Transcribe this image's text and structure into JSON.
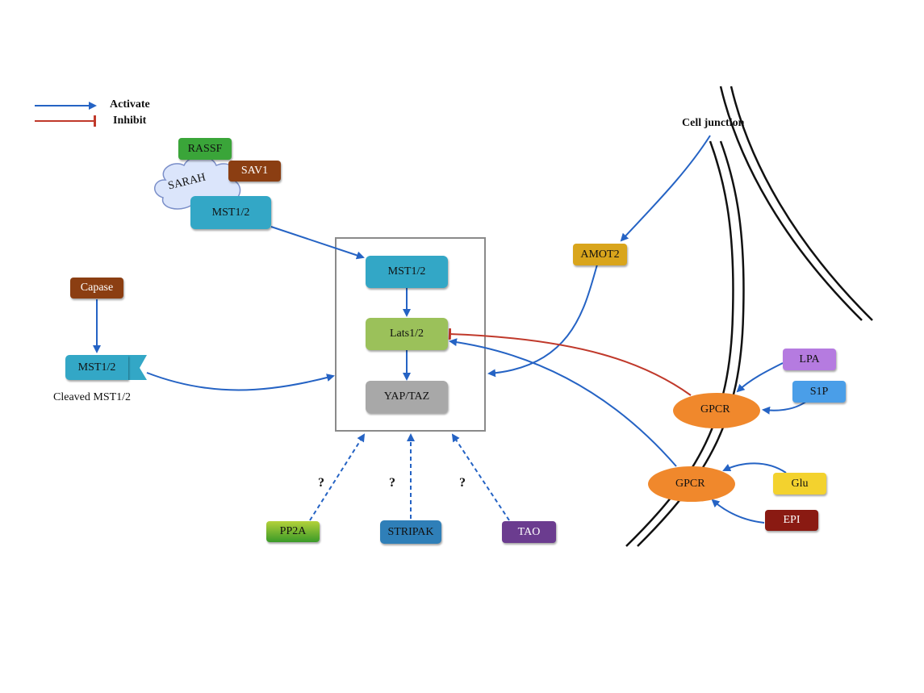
{
  "legend": {
    "activate": "Activate",
    "inhibit": "Inhibit"
  },
  "colors": {
    "activate": "#2563c4",
    "inhibit": "#c0392b",
    "rassf": "#3aa539",
    "brown": "#8b3e12",
    "cyan": "#33a7c6",
    "lats": "#9bc15a",
    "yap": "#a8a8a8",
    "amot": "#d9a51c",
    "gpcr": "#f0882c",
    "lpa": "#b57be0",
    "s1p": "#4a9ee8",
    "glu": "#f3d22e",
    "epi": "#8a1a12",
    "stripak": "#2f7fb8",
    "tao": "#6b3c8f"
  },
  "nodes": {
    "rassf": "RASSF",
    "sav1": "SAV1",
    "sarah": "SARAH",
    "mst_upper": "MST1/2",
    "capase": "Capase",
    "mst_cleaved": "MST1/2",
    "cleaved_label": "Cleaved MST1/2",
    "mst_core": "MST1/2",
    "lats": "Lats1/2",
    "yap": "YAP/TAZ",
    "amot2": "AMOT2",
    "cell_junction": "Cell junction",
    "lpa": "LPA",
    "s1p": "S1P",
    "gpcr_upper": "GPCR",
    "gpcr_lower": "GPCR",
    "glu": "Glu",
    "epi": "EPI",
    "pp2a": "PP2A",
    "stripak": "STRIPAK",
    "tao": "TAO",
    "question": "?"
  }
}
